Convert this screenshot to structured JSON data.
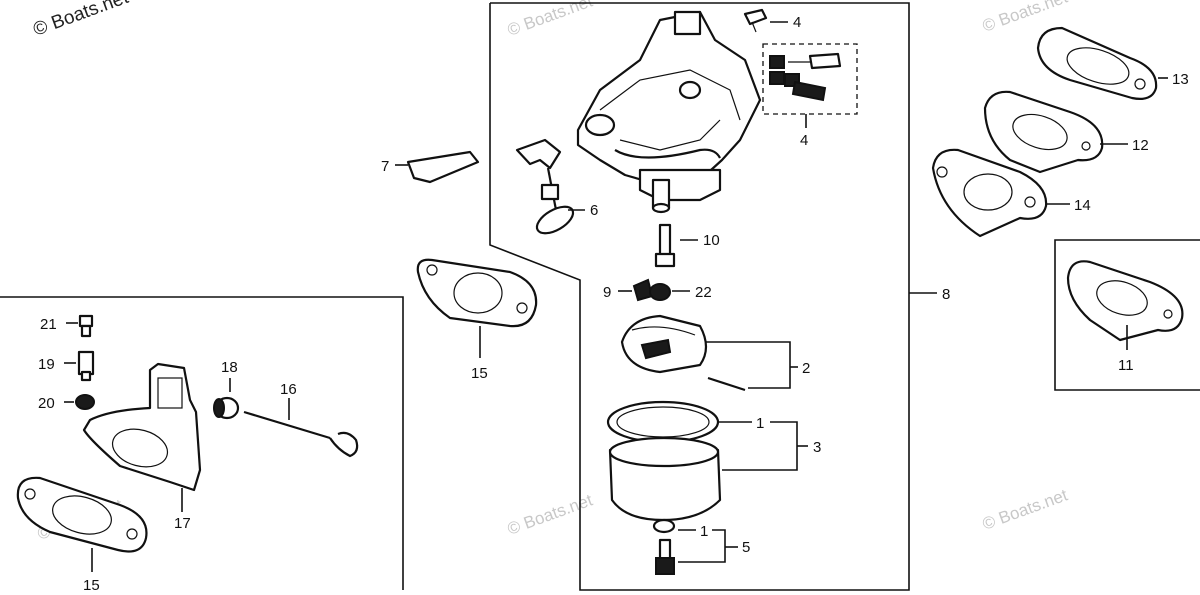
{
  "watermarks": [
    "© Boats.net",
    "© Boats.net",
    "© Boats.net",
    "© Boats.net",
    "© Boats.net",
    "© Boats.net"
  ],
  "callouts": {
    "c1a": "1",
    "c1b": "1",
    "c2": "2",
    "c3": "3",
    "c4a": "4",
    "c4b": "4",
    "c5": "5",
    "c6": "6",
    "c7": "7",
    "c8": "8",
    "c9": "9",
    "c10": "10",
    "c11": "11",
    "c12": "12",
    "c13": "13",
    "c14": "14",
    "c15a": "15",
    "c15b": "15",
    "c16": "16",
    "c17": "17",
    "c18": "18",
    "c19": "19",
    "c20": "20",
    "c21": "21",
    "c22": "22"
  }
}
